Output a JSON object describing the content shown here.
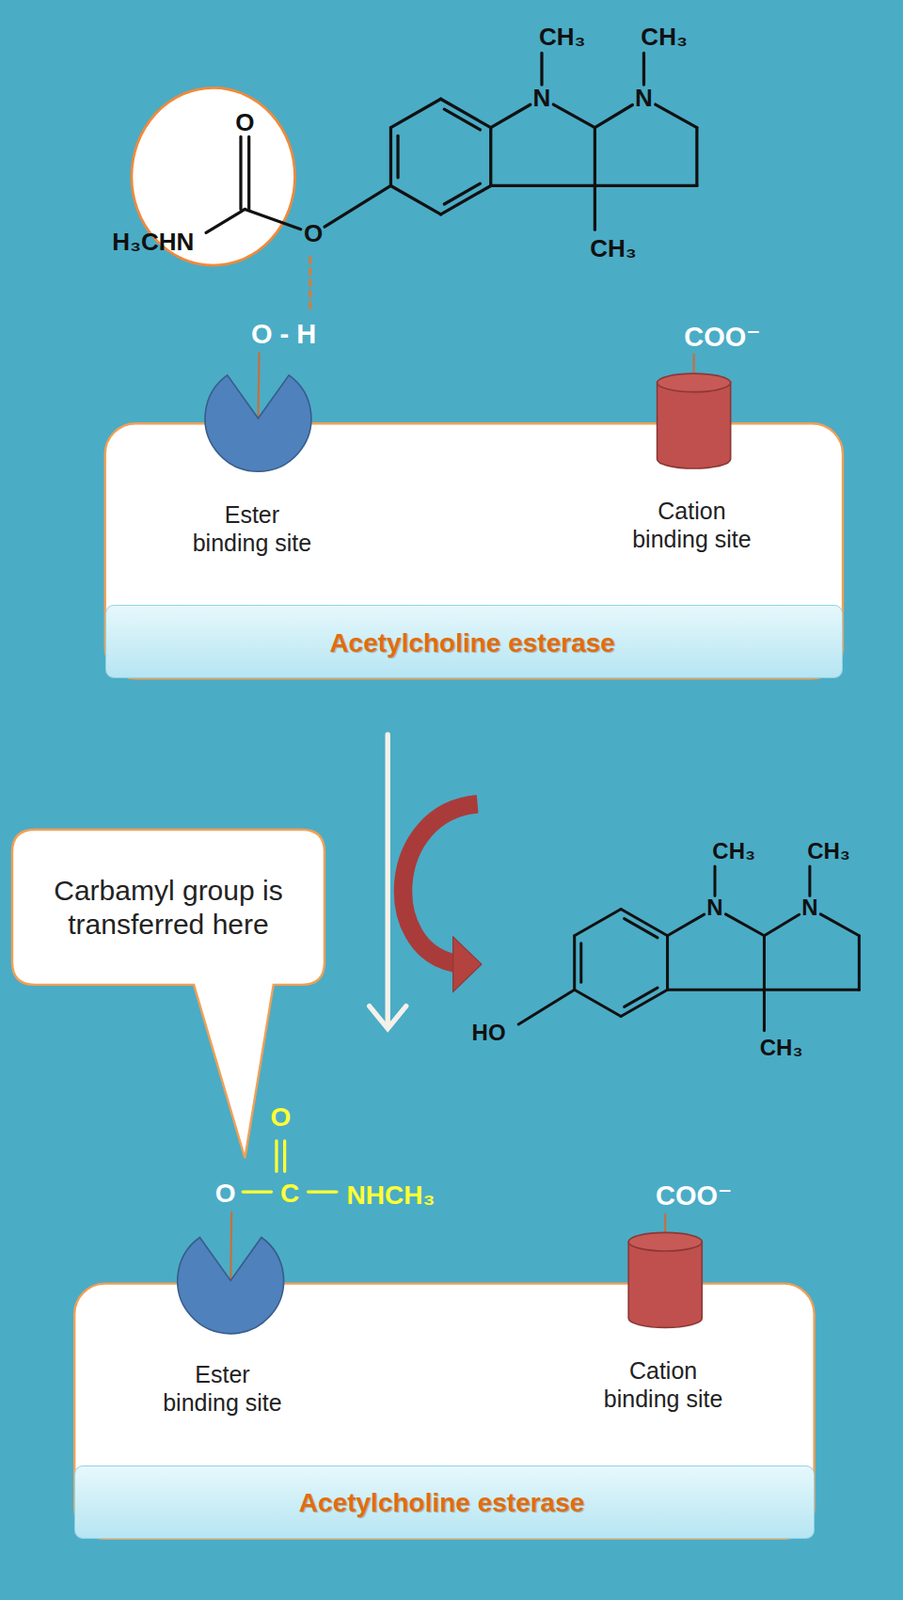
{
  "diagram": {
    "nodes": [
      {
        "text": [
          "O"
        ]
      },
      {
        "text": [
          "Ester binding site",
          "Cation binding site"
        ]
      },
      {
        "text": [
          "Acetylcholine esterase"
        ],
        "in": 1
      },
      {
        "text": [
          "Carbamyl group is transferred here"
        ]
      },
      {
        "text": [
          "Ester binding site",
          "Cation binding site"
        ]
      },
      {
        "text": [
          "Acetylcholine esterase"
        ],
        "in": 4
      }
    ],
    "labels": [
      "H₃CHN",
      "O",
      "N",
      "CH₃",
      "N",
      "CH₃",
      "CH₃",
      "O - H",
      "COO⁻",
      "N",
      "CH₃",
      "N",
      "CH₃",
      "CH₃",
      "HO",
      "O",
      "O",
      "C",
      "NHCH₃",
      "COO⁻"
    ]
  }
}
